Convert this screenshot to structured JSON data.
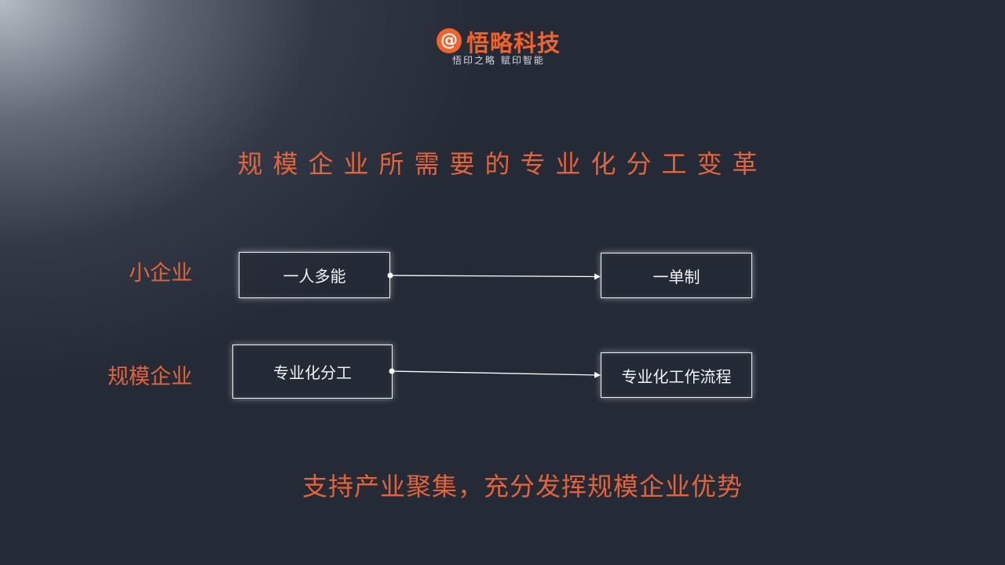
{
  "logo": {
    "mark": "@",
    "name": "悟略科技",
    "slogan": "悟印之略 赋印智能"
  },
  "title": "规模企业所需要的专业化分工变革",
  "rows": [
    {
      "label": "小企业",
      "from": "一人多能",
      "to": "一单制"
    },
    {
      "label": "规模企业",
      "from": "专业化分工",
      "to": "专业化工作流程"
    }
  ],
  "footer": "支持产业聚集，充分发挥规模企业优势",
  "colors": {
    "accent": "#e3643a",
    "background": "#242a36",
    "box_border": "#f2f2f2"
  }
}
